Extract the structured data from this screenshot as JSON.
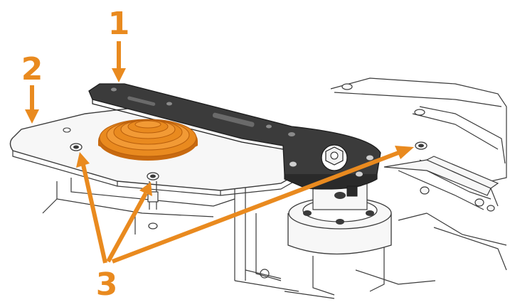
{
  "callouts": {
    "label_1": "1",
    "label_2": "2",
    "label_3": "3"
  },
  "colors": {
    "accent": "#E98A1F",
    "accent_dark": "#C86A10",
    "line": "#3a3a3a",
    "part_fill": "#f7f7f7",
    "arm_fill": "#3b3b3b",
    "background": "#ffffff"
  }
}
